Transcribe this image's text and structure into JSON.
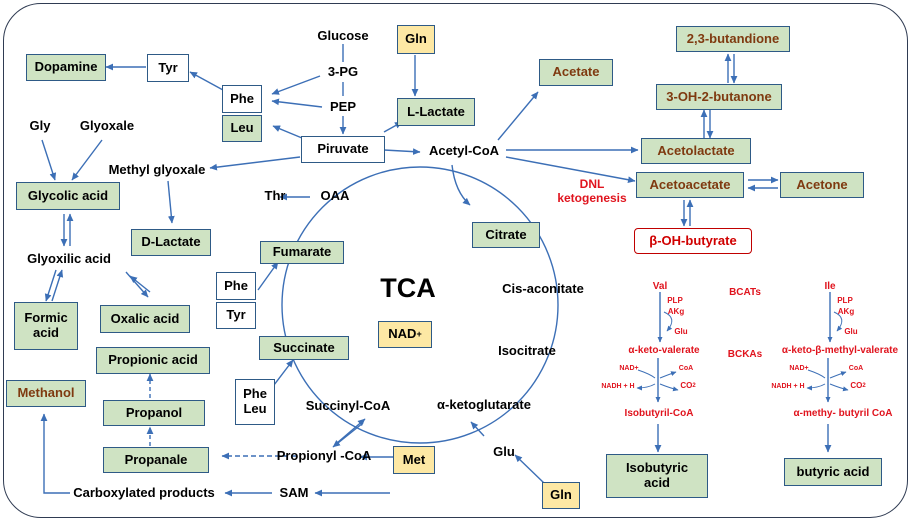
{
  "colors": {
    "arrow": "#3c6fb6",
    "green_fill": "#cfe3c3",
    "yellow_fill": "#fde8a4",
    "red_text": "#e0141e",
    "brown_text": "#7f3a10"
  },
  "center_label": "TCA",
  "nodes": {
    "glucose": "Glucose",
    "three_pg": "3-PG",
    "pep": "PEP",
    "pyruvate": "Piruvate",
    "gln_top": "Gln",
    "l_lactate": "L-Lactate",
    "tyr_top": "Tyr",
    "dopamine": "Dopamine",
    "phe_top": "Phe",
    "leu_top": "Leu",
    "gly": "Gly",
    "glyoxale": "Glyoxale",
    "methyl_glyoxale": "Methyl glyoxale",
    "glycolic_acid": "Glycolic acid",
    "d_lactate": "D-Lactate",
    "glyoxilic_acid": "Glyoxilic acid",
    "formic_acid_l1": "Formic",
    "formic_acid_l2": "acid",
    "oxalic_acid": "Oxalic acid",
    "propionic_acid": "Propionic acid",
    "methanol": "Methanol",
    "propanol": "Propanol",
    "propanale": "Propanale",
    "propionyl_coa": "Propionyl -CoA",
    "carboxylated_products": "Carboxylated products",
    "sam": "SAM",
    "met": "Met",
    "glu": "Glu",
    "gln_bottom": "Gln",
    "thr": "Thr",
    "oaa": "OAA",
    "fumarate": "Fumarate",
    "phe_mid": "Phe",
    "tyr_mid": "Tyr",
    "nad": "NAD",
    "nad_sup": "+",
    "succinate": "Succinate",
    "phe_leu_1": "Phe",
    "phe_leu_2": "Leu",
    "succinyl_coa": "Succinyl-CoA",
    "alpha_kg": "α-ketoglutarate",
    "isocitrate": "Isocitrate",
    "cis_aconitate": "Cis-aconitate",
    "citrate": "Citrate",
    "acetyl_coa": "Acetyl-CoA",
    "acetate": "Acetate",
    "butandione": "2,3-butandione",
    "butanone": "3-OH-2-butanone",
    "acetolactate": "Acetolactate",
    "acetoacetate": "Acetoacetate",
    "acetone": "Acetone",
    "oh_butyrate": "β-OH-butyrate",
    "dnl_1": "DNL",
    "dnl_2": "ketogenesis"
  },
  "bcaa": {
    "val": "Val",
    "ile": "Ile",
    "bcats": "BCATs",
    "bckas": "BCKAs",
    "plp": "PLP",
    "akg": "AKg",
    "glu": "Glu",
    "nad_plus": "NAD+",
    "coa": "CoA",
    "nadh": "NADH + H",
    "co2": "CO",
    "co2_sub": "2",
    "keto_valerate": "α-keto-valerate",
    "keto_methyl_valerate": "α-keto-β-methyl-valerate",
    "isobutyril_coa": "Isobutyril-CoA",
    "methy_butyril_coa": "α-methy- butyril CoA",
    "isobutyric_1": "Isobutyric",
    "isobutyric_2": "acid",
    "butyric_acid": "butyric acid"
  }
}
